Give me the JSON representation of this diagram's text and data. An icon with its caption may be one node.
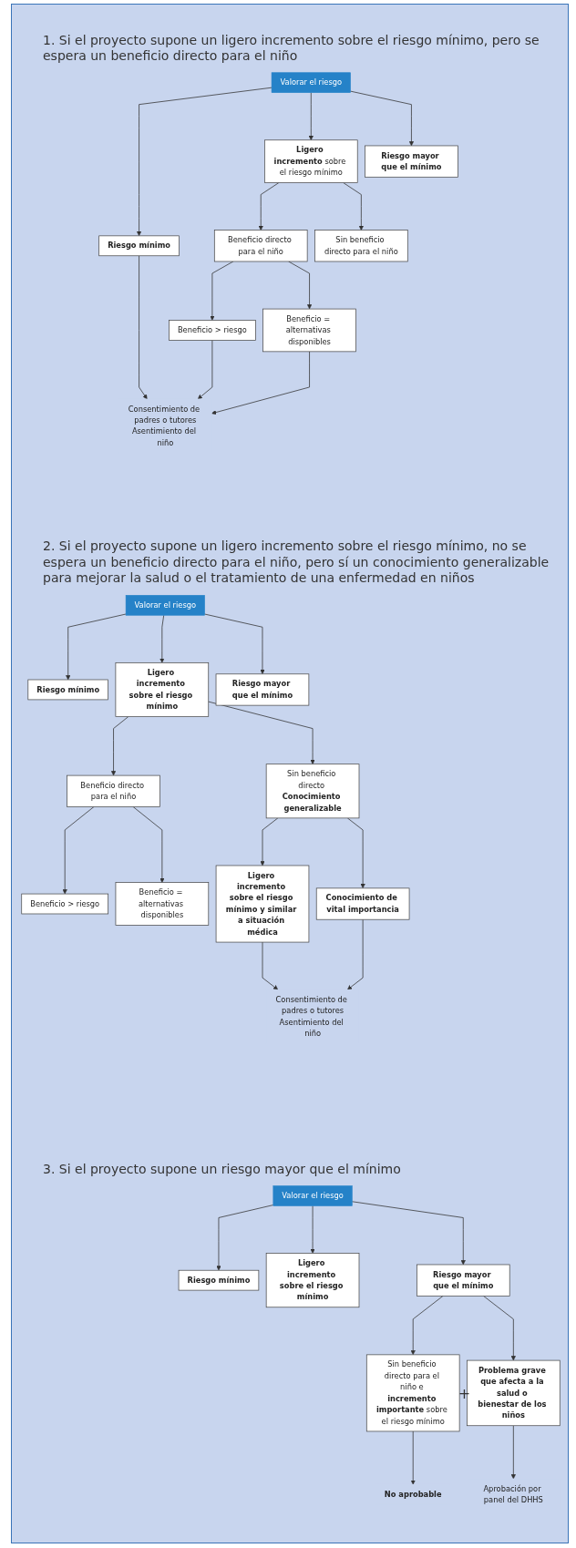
{
  "diagram": {
    "nodes": [
      {
        "text": [
          "Valorar el riesgo"
        ]
      },
      {
        "text": [
          "Riesgo mínimo"
        ]
      },
      {
        "text": [
          "**Ligero incremento** sobre el riesgo mínimo"
        ]
      },
      {
        "text": [
          "Riesgo mayor que el mínimo"
        ]
      },
      {
        "text": [
          "Beneficio directo para el niño"
        ]
      },
      {
        "text": [
          "Sin beneficio directo para el niño"
        ]
      },
      {
        "text": [
          "Beneficio > riesgo"
        ]
      },
      {
        "text": [
          "Beneficio = alternativas disponibles"
        ]
      },
      {
        "text": [
          "Consentimiento de padres o tutores",
          "Asentimiento del niño"
        ]
      },
      {
        "text": [
          "Valorar el riesgo"
        ]
      },
      {
        "text": [
          "Riesgo mínimo"
        ]
      },
      {
        "text": [
          "Ligero incremento sobre el riesgo mínimo"
        ]
      },
      {
        "text": [
          "Riesgo mayor que el mínimo"
        ]
      },
      {
        "text": [
          "Beneficio directo para el niño"
        ]
      },
      {
        "text": [
          "Sin beneficio directo **Conocimiento generalizable**"
        ]
      },
      {
        "text": [
          "Beneficio > riesgo"
        ]
      },
      {
        "text": [
          "Beneficio = alternativas disponibles"
        ]
      },
      {
        "text": [
          "Ligero incremento sobre el riesgo mínimo y similar a situación médica"
        ]
      },
      {
        "text": [
          "Conocimiento de vital importancia"
        ]
      },
      {
        "text": [
          "Consentimiento de padres o tutores",
          "Asentimiento del niño"
        ]
      },
      {
        "text": [
          "Valorar el riesgo"
        ]
      },
      {
        "text": [
          "Riesgo mínimo"
        ]
      },
      {
        "text": [
          "Ligero incremento sobre el riesgo mínimo"
        ]
      },
      {
        "text": [
          "Riesgo mayor que el mínimo"
        ]
      },
      {
        "text": [
          "Sin beneficio directo para el niño e **incremento importante** sobre el riesgo mínimo"
        ]
      },
      {
        "text": [
          "Problema grave que afecta a la salud o bienestar de los niños"
        ]
      },
      {
        "text": [
          "No aprobable"
        ]
      },
      {
        "text": [
          "Aprobación por panel del DHHS"
        ]
      }
    ],
    "edges": [
      {
        "from": 0,
        "to": 1,
        "arrow": "to"
      },
      {
        "from": 0,
        "to": 2,
        "arrow": "to"
      },
      {
        "from": 0,
        "to": 3,
        "arrow": "to"
      },
      {
        "from": 2,
        "to": 4,
        "arrow": "to"
      },
      {
        "from": 2,
        "to": 5,
        "arrow": "to"
      },
      {
        "from": 4,
        "to": 6,
        "arrow": "to"
      },
      {
        "from": 4,
        "to": 7,
        "arrow": "to"
      },
      {
        "from": 6,
        "to": 8,
        "arrow": "to"
      },
      {
        "from": 7,
        "to": 8,
        "arrow": "to"
      },
      {
        "from": 1,
        "to": 8,
        "arrow": "to"
      },
      {
        "from": 9,
        "to": 10,
        "arrow": "to"
      },
      {
        "from": 9,
        "to": 11,
        "arrow": "to"
      },
      {
        "from": 9,
        "to": 12,
        "arrow": "to"
      },
      {
        "from": 11,
        "to": 13,
        "arrow": "to"
      },
      {
        "from": 11,
        "to": 14,
        "arrow": "to"
      },
      {
        "from": 13,
        "to": 15,
        "arrow": "to"
      },
      {
        "from": 13,
        "to": 16,
        "arrow": "to"
      },
      {
        "from": 14,
        "to": 17,
        "arrow": "to"
      },
      {
        "from": 14,
        "to": 18,
        "arrow": "to"
      },
      {
        "from": 17,
        "to": 19,
        "arrow": "to"
      },
      {
        "from": 18,
        "to": 19,
        "arrow": "to"
      },
      {
        "from": 20,
        "to": 21,
        "arrow": "to"
      },
      {
        "from": 20,
        "to": 22,
        "arrow": "to"
      },
      {
        "from": 20,
        "to": 23,
        "arrow": "to"
      },
      {
        "from": 23,
        "to": 24,
        "arrow": "to"
      },
      {
        "from": 23,
        "to": 25,
        "arrow": "to"
      },
      {
        "from": 24,
        "to": 26,
        "arrow": "to"
      },
      {
        "from": 25,
        "to": 27,
        "arrow": "to"
      }
    ],
    "labels": [
      "1. Si el proyecto supone un ligero incremento sobre el riesgo mínimo, pero se espera un beneficio directo para el niño",
      "2. Si el proyecto supone un ligero incremento sobre el riesgo mínimo, no se espera un beneficio directo para el niño, pero sí un conocimiento generalizable para mejorar la salud o el tratamiento de una enfermedad en niños",
      "3. Si el proyecto supone un riesgo mayor que el mínimo",
      "+"
    ]
  }
}
